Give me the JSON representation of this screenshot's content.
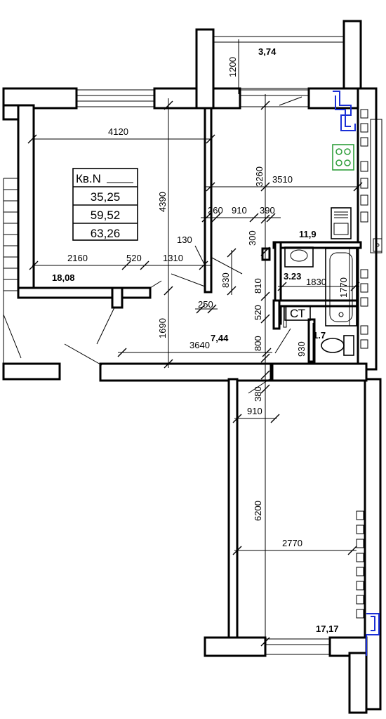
{
  "title": "Кв.N",
  "summary_areas": [
    "35,25",
    "59,52",
    "63,26"
  ],
  "rooms": {
    "balcony": "3,74",
    "living": "18,08",
    "kitchen": "11,9",
    "bath": "3.23",
    "hall": "7,44",
    "wc": "1.7",
    "bedroom": "17,17"
  },
  "riser_label": "СТ",
  "dimensions": {
    "d1200": "1200",
    "d4120": "4120",
    "d4390": "4390",
    "d3260": "3260",
    "d3510": "3510",
    "d260": "260",
    "d910a": "910",
    "d390": "390",
    "d300": "300",
    "d130": "130",
    "d2160": "2160",
    "d520a": "520",
    "d1310": "1310",
    "d830": "830",
    "d810": "810",
    "d1830": "1830",
    "d1770": "1770",
    "d250": "250",
    "d520b": "520",
    "d1690": "1690",
    "d3640": "3640",
    "d800": "800",
    "d930": "930",
    "d380": "380",
    "d910b": "910",
    "d6200": "6200",
    "d2770": "2770"
  },
  "colors": {
    "pipes": "#1a2fd6",
    "stove": "#2e9e3a"
  }
}
